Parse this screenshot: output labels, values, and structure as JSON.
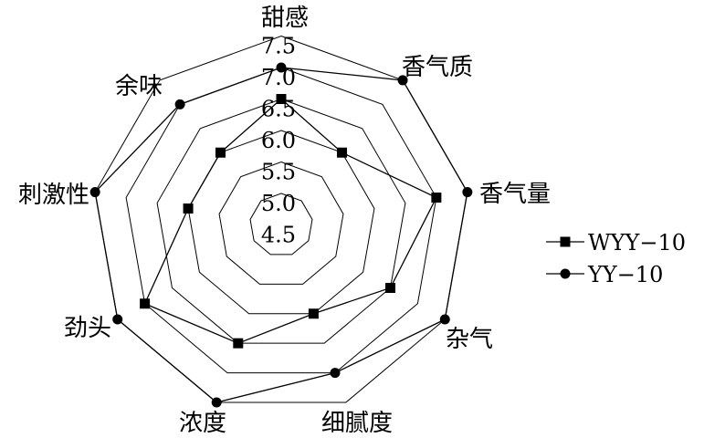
{
  "chart_data": {
    "type": "radar",
    "title": "",
    "axes": [
      "甜感",
      "香气质",
      "香气量",
      "杂气",
      "细腻度",
      "浓度",
      "劲头",
      "刺激性",
      "余味"
    ],
    "rlim": [
      4.5,
      7.5
    ],
    "ticks": [
      "4.5",
      "5.0",
      "5.5",
      "6.0",
      "6.5",
      "7.0",
      "7.5"
    ],
    "tick_values": [
      4.5,
      5.0,
      5.5,
      6.0,
      6.5,
      7.0,
      7.5
    ],
    "legend_position": "right",
    "series": [
      {
        "name": "WYY−10",
        "marker": "square",
        "values": [
          6.5,
          6.0,
          7.0,
          6.5,
          6.0,
          6.5,
          7.0,
          6.0,
          6.0
        ]
      },
      {
        "name": "YY−10",
        "marker": "circle",
        "values": [
          7.0,
          7.5,
          7.5,
          7.5,
          7.0,
          7.5,
          7.5,
          7.5,
          7.0
        ]
      }
    ],
    "colors": {
      "line": "#000000",
      "grid": "#000000"
    }
  }
}
